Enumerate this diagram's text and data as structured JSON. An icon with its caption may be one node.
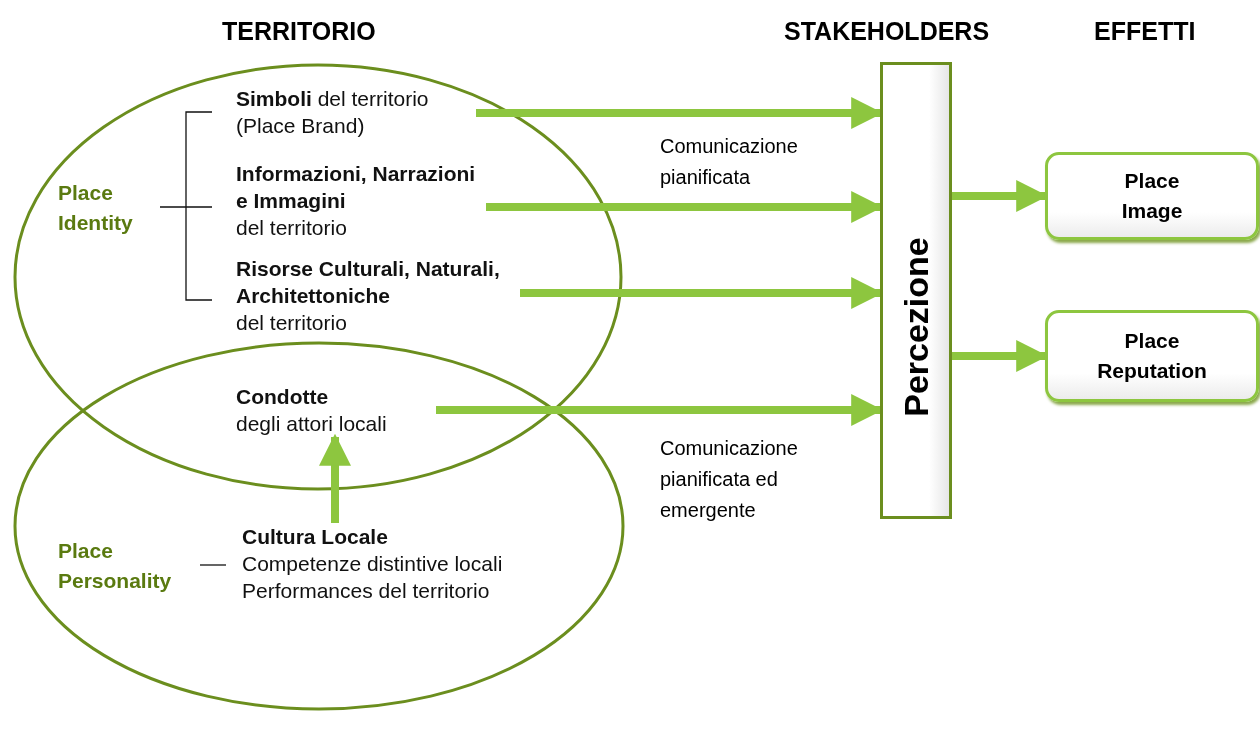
{
  "diagram": {
    "nodes": [
      {
        "text": [
          "Place Identity"
        ]
      },
      {
        "text": [
          "Place Personality"
        ]
      },
      {
        "text": [
          "**Simboli** del territorio (Place Brand)"
        ],
        "in": 0
      },
      {
        "text": [
          "Informazioni, Narrazioni e Immagini",
          "del territorio"
        ],
        "in": 0
      },
      {
        "text": [
          "Risorse Culturali, Naturali, Architettoniche",
          "del territorio"
        ],
        "in": 0
      },
      {
        "text": [
          "Condotte",
          "degli attori locali"
        ]
      },
      {
        "text": [
          "Cultura Locale",
          "Competenze distintive locali",
          "Performances del territorio"
        ],
        "in": 1
      },
      {
        "text": [
          "Percezione"
        ]
      },
      {
        "text": [
          "Place Image"
        ]
      },
      {
        "text": [
          "Place Reputation"
        ]
      }
    ],
    "edges": [
      {
        "from": 2,
        "to": 7,
        "arrow": "to"
      },
      {
        "from": 3,
        "to": 7,
        "arrow": "to"
      },
      {
        "from": 4,
        "to": 7,
        "arrow": "to"
      },
      {
        "from": 5,
        "to": 7,
        "arrow": "to"
      },
      {
        "from": 6,
        "to": 5,
        "arrow": "to"
      },
      {
        "from": 7,
        "to": 8,
        "arrow": "to"
      },
      {
        "from": 7,
        "to": 9,
        "arrow": "to"
      }
    ],
    "labels": [
      "TERRITORIO",
      "STAKEHOLDERS",
      "EFFETTI",
      "Comunicazione pianificata",
      "Comunicazione pianificata ed emergente"
    ]
  }
}
